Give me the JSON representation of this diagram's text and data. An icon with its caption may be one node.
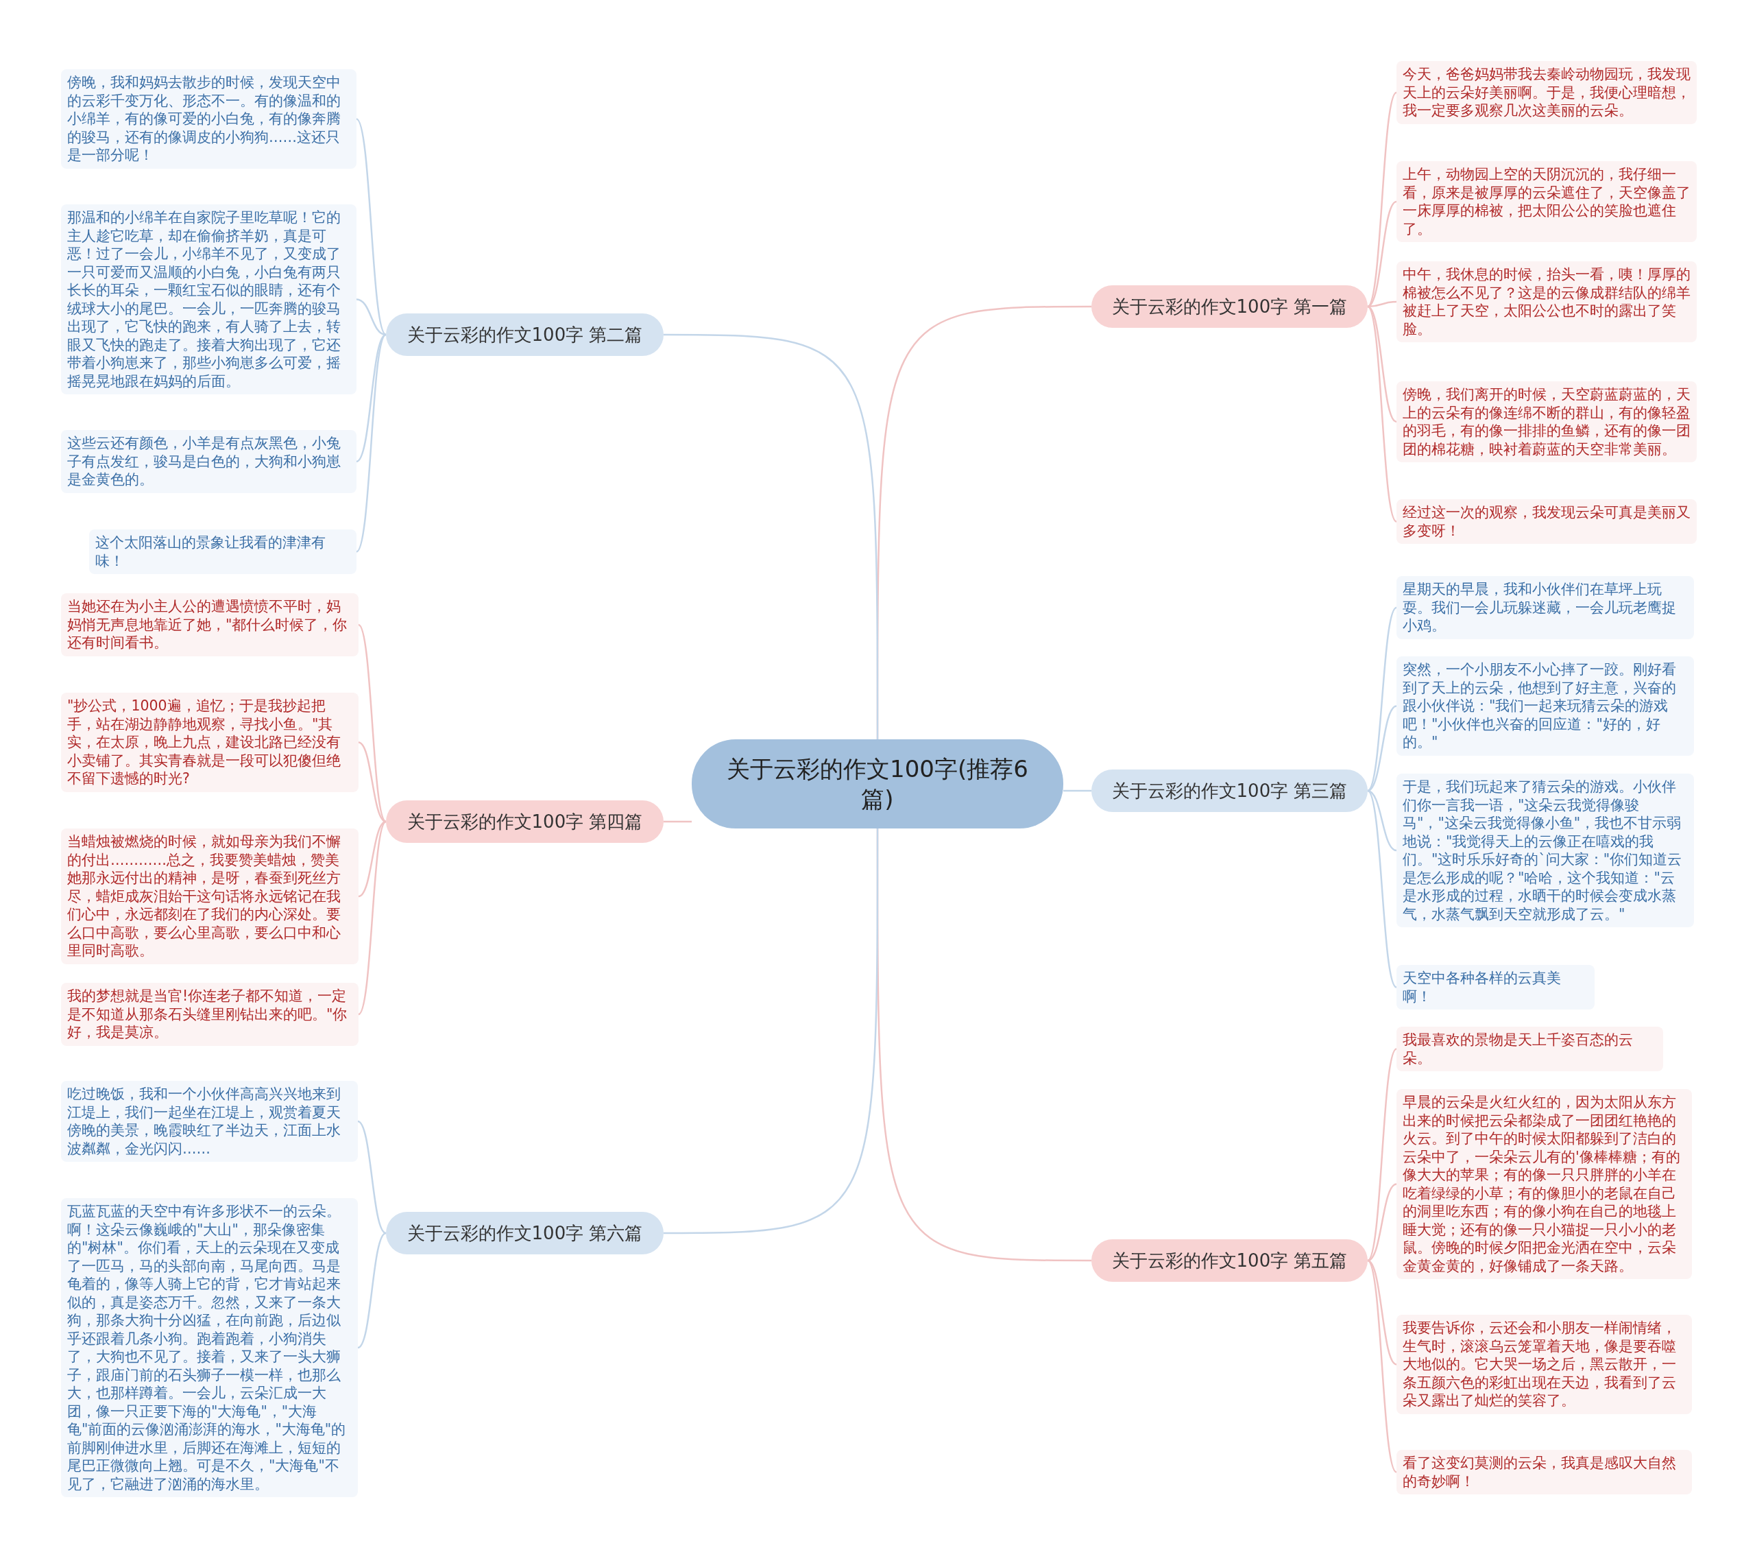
{
  "diagram": {
    "nodes": [
      {
        "text": [
          "关于云彩的作文100字(推荐6篇)"
        ]
      },
      {
        "text": [
          "关于云彩的作文100字 第一篇"
        ]
      },
      {
        "text": [
          "今天，爸爸妈妈带我去秦岭动物园玩，我发现天上的云朵好美丽啊。于是，我便心理暗想，我一定要多观察几次这美丽的云朵。"
        ]
      },
      {
        "text": [
          "上午，动物园上空的天阴沉沉的，我仔细一看，原来是被厚厚的云朵遮住了，天空像盖了一床厚厚的棉被，把太阳公公的笑脸也遮住了。"
        ]
      },
      {
        "text": [
          "中午，我休息的时候，抬头一看，咦！厚厚的棉被怎么不见了？这是的云像成群结队的绵羊被赶上了天空，太阳公公也不时的露出了笑脸。"
        ]
      },
      {
        "text": [
          "傍晚，我们离开的时候，天空蔚蓝蔚蓝的，天上的云朵有的像连绵不断的群山，有的像轻盈的羽毛，有的像一排排的鱼鳞，还有的像一团团的棉花糖，映衬着蔚蓝的天空非常美丽。"
        ]
      },
      {
        "text": [
          "经过这一次的观察，我发现云朵可真是美丽又多变呀！"
        ]
      },
      {
        "text": [
          "关于云彩的作文100字 第二篇"
        ]
      },
      {
        "text": [
          "傍晚，我和妈妈去散步的时候，发现天空中的云彩千变万化、形态不一。有的像温和的小绵羊，有的像可爱的小白兔，有的像奔腾的骏马，还有的像调皮的小狗狗……这还只是一部分呢！"
        ]
      },
      {
        "text": [
          "那温和的小绵羊在自家院子里吃草呢！它的主人趁它吃草，却在偷偷挤羊奶，真是可恶！过了一会儿，小绵羊不见了，又变成了一只可爱而又温顺的小白兔，小白兔有两只长长的耳朵，一颗红宝石似的眼睛，还有个绒球大小的尾巴。一会儿，一匹奔腾的骏马出现了，它飞快的跑来，有人骑了上去，转眼又飞快的跑走了。接着大狗出现了，它还带着小狗崽来了，那些小狗崽多么可爱，摇摇晃晃地跟在妈妈的后面。"
        ]
      },
      {
        "text": [
          "这些云还有颜色，小羊是有点灰黑色，小兔子有点发红，骏马是白色的，大狗和小狗崽是金黄色的。"
        ]
      },
      {
        "text": [
          "这个太阳落山的景象让我看的津津有味！"
        ]
      },
      {
        "text": [
          "关于云彩的作文100字 第三篇"
        ]
      },
      {
        "text": [
          "星期天的早晨，我和小伙伴们在草坪上玩耍。我们一会儿玩躲迷藏，一会儿玩老鹰捉小鸡。"
        ]
      },
      {
        "text": [
          "突然，一个小朋友不小心摔了一跤。刚好看到了天上的云朵，他想到了好主意，兴奋的跟小伙伴说：\"我们一起来玩猜云朵的游戏吧！\"小伙伴也兴奋的回应道：\"好的，好的。\""
        ]
      },
      {
        "text": [
          "于是，我们玩起来了猜云朵的游戏。小伙伴们你一言我一语，\"这朵云我觉得像骏马\"，\"这朵云我觉得像小鱼\"，我也不甘示弱地说：\"我觉得天上的云像正在嘻戏的我们。\"这时乐乐好奇的`问大家：\"你们知道云是怎么形成的呢？\"哈哈，这个我知道：\"云是水形成的过程，水晒干的时候会变成水蒸气，水蒸气飘到天空就形成了云。\""
        ]
      },
      {
        "text": [
          "天空中各种各样的云真美啊！"
        ]
      },
      {
        "text": [
          "关于云彩的作文100字 第四篇"
        ]
      },
      {
        "text": [
          "当她还在为小主人公的遭遇愤愤不平时，妈妈悄无声息地靠近了她，\"都什么时候了，你还有时间看书。"
        ]
      },
      {
        "text": [
          "\"抄公式，1000遍，追忆；于是我抄起把手，站在湖边静静地观察，寻找小鱼。\"其实，在太原，晚上九点，建设北路已经没有小卖铺了。其实青春就是一段可以犯傻但绝不留下遗憾的时光?"
        ]
      },
      {
        "text": [
          "当蜡烛被燃烧的时候，就如母亲为我们不懈的付出…………总之，我要赞美蜡烛，赞美她那永远付出的精神，是呀，春蚕到死丝方尽，蜡炬成灰泪始干这句话将永远铭记在我们心中，永远都刻在了我们的内心深处。要么口中高歌，要么心里高歌，要么口中和心里同时高歌。"
        ]
      },
      {
        "text": [
          "我的梦想就是当官!你连老子都不知道，一定是不知道从那条石头缝里刚钻出来的吧。\"你好，我是莫凉。"
        ]
      },
      {
        "text": [
          "关于云彩的作文100字 第五篇"
        ]
      },
      {
        "text": [
          "我最喜欢的景物是天上千姿百态的云朵。"
        ]
      },
      {
        "text": [
          "早晨的云朵是火红火红的，因为太阳从东方出来的时候把云朵都染成了一团团红艳艳的火云。到了中午的时候太阳都躲到了洁白的云朵中了，一朵朵云儿有的'像棒棒糖；有的像大大的苹果；有的像一只只胖胖的小羊在吃着绿绿的小草；有的像胆小的老鼠在自己的洞里吃东西；有的像小狗在自己的地毯上睡大觉；还有的像一只小猫捉一只小小的老鼠。傍晚的时候夕阳把金光洒在空中，云朵金黄金黄的，好像铺成了一条天路。"
        ]
      },
      {
        "text": [
          "我要告诉你，云还会和小朋友一样闹情绪，生气时，滚滚乌云笼罩着天地，像是要吞噬大地似的。它大哭一场之后，黑云散开，一条五颜六色的彩虹出现在天边，我看到了云朵又露出了灿烂的笑容了。"
        ]
      },
      {
        "text": [
          "看了这变幻莫测的云朵，我真是感叹大自然的奇妙啊！"
        ]
      },
      {
        "text": [
          "关于云彩的作文100字 第六篇"
        ]
      },
      {
        "text": [
          "吃过晚饭，我和一个小伙伴高高兴兴地来到江堤上，我们一起坐在江堤上，观赏着夏天傍晚的美景，晚霞映红了半边天，江面上水波粼粼，金光闪闪……"
        ]
      },
      {
        "text": [
          "瓦蓝瓦蓝的天空中有许多形状不一的云朵。啊！这朵云像巍峨的\"大山\"，那朵像密集的\"树林\"。你们看，天上的云朵现在又变成了一匹马，马的头部向南，马尾向西。马是龟着的，像等人骑上它的背，它才肯站起来似的，真是姿态万千。忽然，又来了一条大狗，那条大狗十分凶猛，在向前跑，后边似乎还跟着几条小狗。跑着跑着，小狗消失了，大狗也不见了。接着，又来了一头大狮子，跟庙门前的石头狮子一模一样，也那么大，也那样蹲着。一会儿，云朵汇成一大团，像一只正要下海的\"大海龟\"，\"大海龟\"前面的云像汹涌澎湃的海水，\"大海龟\"的前脚刚伸进水里，后脚还在海滩上，短短的尾巴正微微向上翘。可是不久，\"大海龟\"不见了，它融进了汹涌的海水里。"
        ]
      }
    ],
    "edges": [
      {
        "from": 0,
        "to": 1,
        "arrow": "none"
      },
      {
        "from": 1,
        "to": 2,
        "arrow": "none"
      },
      {
        "from": 1,
        "to": 3,
        "arrow": "none"
      },
      {
        "from": 1,
        "to": 4,
        "arrow": "none"
      },
      {
        "from": 1,
        "to": 5,
        "arrow": "none"
      },
      {
        "from": 1,
        "to": 6,
        "arrow": "none"
      },
      {
        "from": 0,
        "to": 7,
        "arrow": "none",
        "color": "#c3d6e9"
      },
      {
        "from": 7,
        "to": 8,
        "arrow": "none",
        "color": "#c3d6e9"
      },
      {
        "from": 7,
        "to": 9,
        "arrow": "none",
        "color": "#c3d6e9"
      },
      {
        "from": 7,
        "to": 10,
        "arrow": "none",
        "color": "#c3d6e9"
      },
      {
        "from": 7,
        "to": 11,
        "arrow": "none",
        "color": "#c3d6e9"
      },
      {
        "from": 0,
        "to": 12,
        "arrow": "none",
        "color": "#c3d6e9"
      },
      {
        "from": 12,
        "to": 13,
        "arrow": "none",
        "color": "#c3d6e9"
      },
      {
        "from": 12,
        "to": 14,
        "arrow": "none",
        "color": "#c3d6e9"
      },
      {
        "from": 12,
        "to": 15,
        "arrow": "none",
        "color": "#c3d6e9"
      },
      {
        "from": 12,
        "to": 16,
        "arrow": "none",
        "color": "#c3d6e9"
      },
      {
        "from": 0,
        "to": 17,
        "arrow": "none"
      },
      {
        "from": 17,
        "to": 18,
        "arrow": "none"
      },
      {
        "from": 17,
        "to": 19,
        "arrow": "none"
      },
      {
        "from": 17,
        "to": 20,
        "arrow": "none"
      },
      {
        "from": 17,
        "to": 21,
        "arrow": "none"
      },
      {
        "from": 0,
        "to": 22,
        "arrow": "none"
      },
      {
        "from": 22,
        "to": 23,
        "arrow": "none"
      },
      {
        "from": 22,
        "to": 24,
        "arrow": "none"
      },
      {
        "from": 22,
        "to": 25,
        "arrow": "none"
      },
      {
        "from": 22,
        "to": 26,
        "arrow": "none"
      },
      {
        "from": 0,
        "to": 27,
        "arrow": "none",
        "color": "#c3d6e9"
      },
      {
        "from": 27,
        "to": 28,
        "arrow": "none",
        "color": "#c3d6e9"
      },
      {
        "from": 27,
        "to": 29,
        "arrow": "none",
        "color": "#c3d6e9"
      }
    ]
  }
}
